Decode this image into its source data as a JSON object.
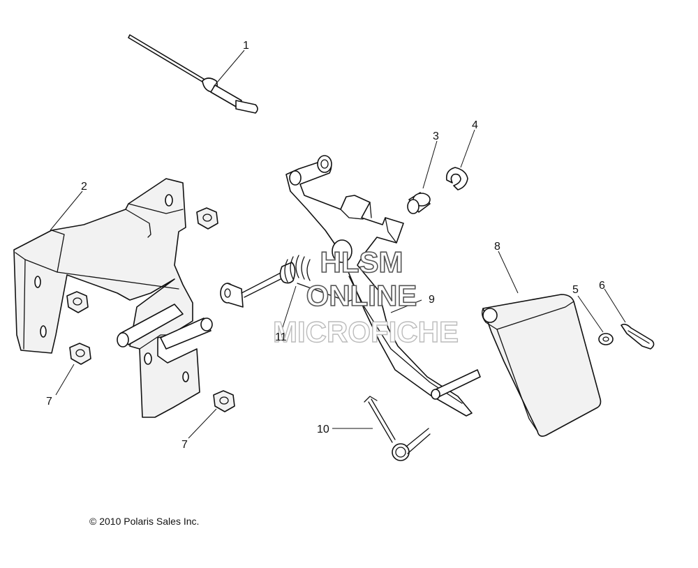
{
  "callouts": {
    "c1": "1",
    "c2": "2",
    "c3": "3",
    "c4": "4",
    "c5": "5",
    "c6": "6",
    "c7a": "7",
    "c7b": "7",
    "c8": "8",
    "c9": "9",
    "c10": "10",
    "c11": "11"
  },
  "watermark": {
    "line1": "HLSM",
    "line2": "ONLINE",
    "line3": "MICROFICHE"
  },
  "copyright": "© 2010 Polaris Sales Inc."
}
